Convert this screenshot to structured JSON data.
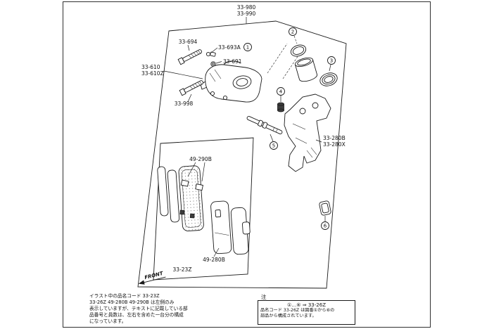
{
  "title": {
    "line1": "33-980",
    "line2": "33-990"
  },
  "labels": {
    "bolt_upper": "33-694",
    "pin_assembly": "33-693A",
    "washer": "33-691",
    "caliper": "33-610",
    "caliper_z": "33-610Z",
    "bolt_lower": "33-998",
    "bracket": "33-280B",
    "bracket_x": "33-280X",
    "pad_clip_kit": "49-290B",
    "pad_kit": "49-280B",
    "pad_box": "33-23Z",
    "front": "FRONT"
  },
  "callouts": {
    "c1": "1",
    "c2": "2",
    "c3": "3",
    "c4": "4",
    "c5": "5",
    "c6": "6"
  },
  "footnote": {
    "lines": [
      "イラスト中の品名コード 33-23Z",
      "33-26Z 49-280B 49-290B は左側のみ",
      "表示していますが、テキストに記載している部",
      "品番号と員数は、左右を含めた一台分の構成",
      "になっています。"
    ]
  },
  "note": {
    "heading": "注",
    "formula": "①…⑥ ⇒ 33-26Z",
    "lines": [
      "品名コード 33-26Z は図番①から⑥の",
      "部品から構成されています。"
    ]
  }
}
